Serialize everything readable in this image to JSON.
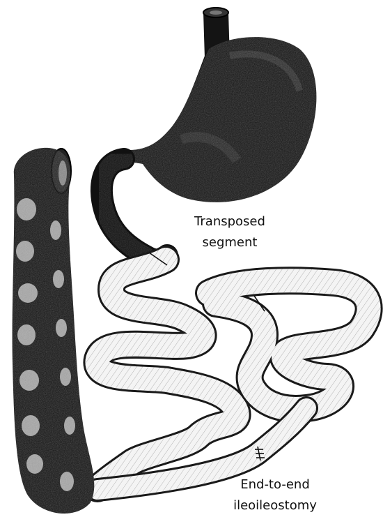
{
  "labels": {
    "transposed_segment": [
      "Transposed",
      "segment"
    ],
    "anastomosis": [
      "End-to-end",
      "ileoileostomy"
    ]
  },
  "colors": {
    "background": "#ffffff",
    "organ_dark": "#111111",
    "bowel_fill": "#f4f4f4",
    "stroke": "#1a1a1a",
    "text": "#111111"
  }
}
